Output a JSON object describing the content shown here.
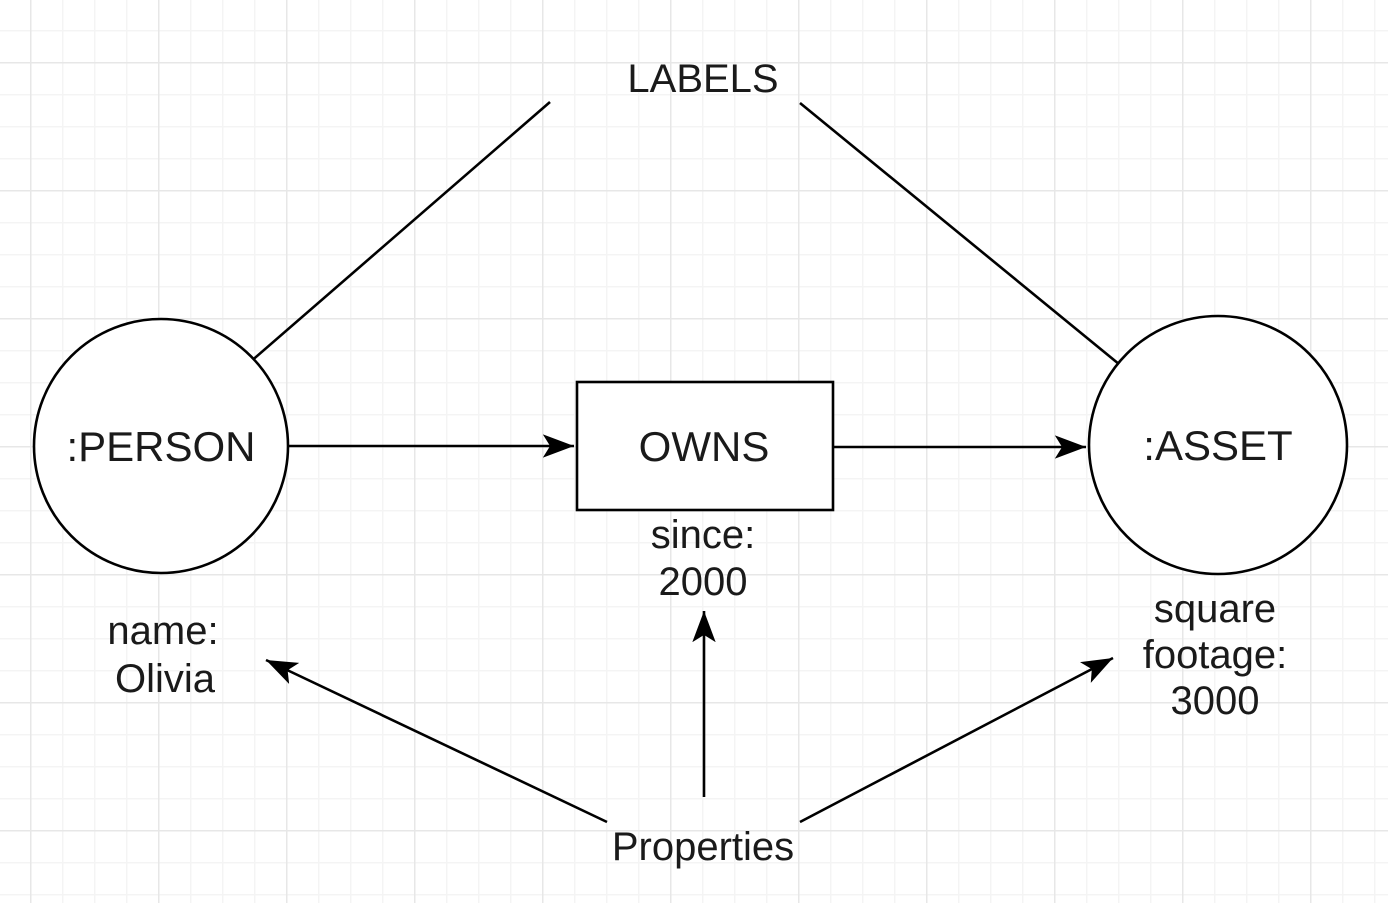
{
  "colors": {
    "stroke": "#000000",
    "text": "#1a1a1a",
    "background": "#ffffff",
    "grid_minor": "#f4f4f4",
    "grid_major": "#e7e7e7"
  },
  "diagram": {
    "labels_annotation": "LABELS",
    "properties_annotation": "Properties",
    "person_node": {
      "label": ":PERSON"
    },
    "owns_relationship": {
      "label": "OWNS"
    },
    "asset_node": {
      "label": ":ASSET"
    },
    "person_properties": {
      "line1": "name:",
      "line2": "Olivia"
    },
    "owns_properties": {
      "line1": "since:",
      "line2": "2000"
    },
    "asset_properties": {
      "line1": "square",
      "line2": "footage:",
      "line3": "3000"
    }
  }
}
